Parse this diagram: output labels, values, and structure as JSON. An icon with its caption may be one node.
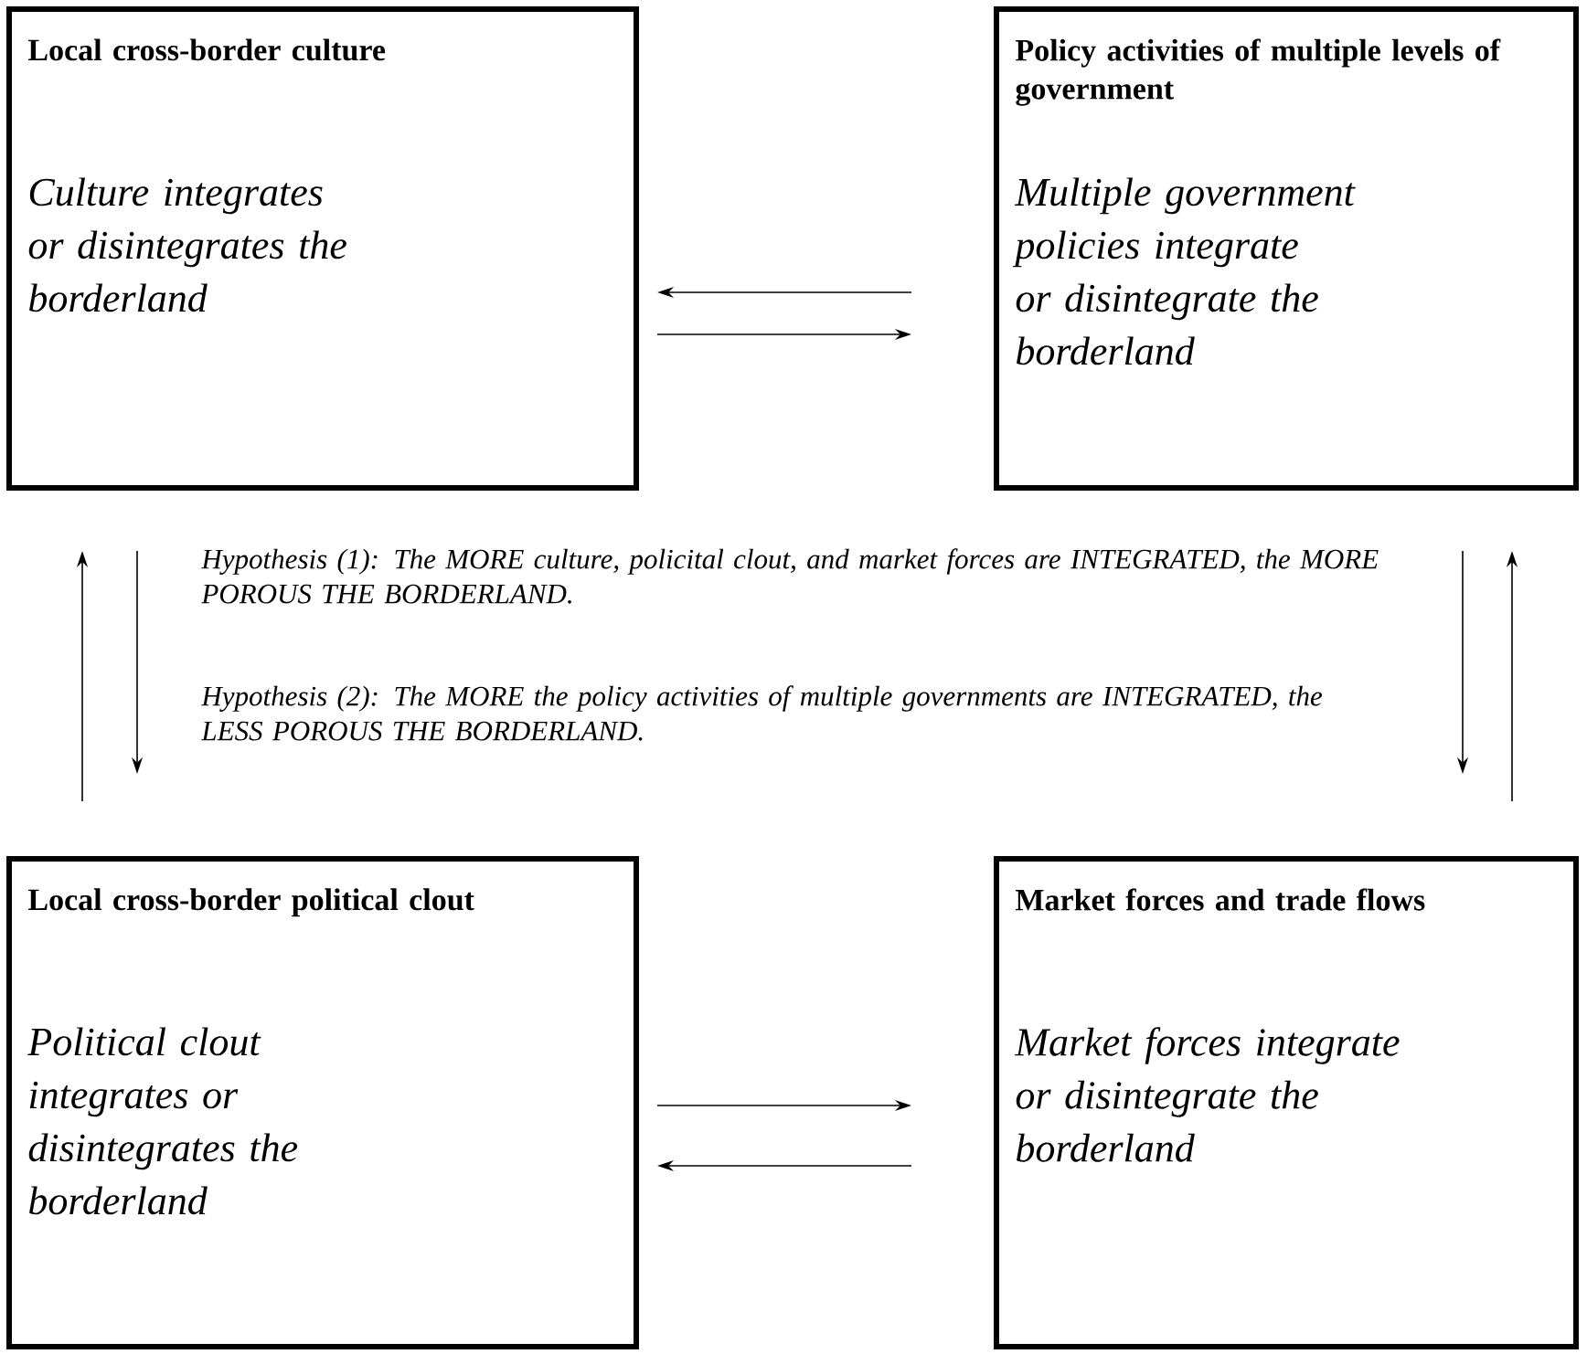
{
  "diagram": {
    "nodes": [
      {
        "text": [
          "Local cross-border culture",
          "Culture integrates or disintegrates the borderland"
        ]
      },
      {
        "text": [
          "Policy activities of multiple levels of government",
          "Multiple government policies integrate or disintegrate the borderland"
        ]
      },
      {
        "text": [
          "Local cross-border political clout",
          "Political clout integrates or disintegrates the borderland"
        ]
      },
      {
        "text": [
          "Market forces and trade flows",
          "Market forces integrate or disintegrate the borderland"
        ]
      }
    ],
    "edges": [
      {
        "from": 1,
        "to": 0,
        "arrow": "to"
      },
      {
        "from": 0,
        "to": 1,
        "arrow": "to"
      },
      {
        "from": 2,
        "to": 0,
        "arrow": "to"
      },
      {
        "from": 0,
        "to": 2,
        "arrow": "to"
      },
      {
        "from": 1,
        "to": 3,
        "arrow": "to"
      },
      {
        "from": 3,
        "to": 1,
        "arrow": "to"
      },
      {
        "from": 2,
        "to": 3,
        "arrow": "to"
      },
      {
        "from": 3,
        "to": 2,
        "arrow": "to"
      }
    ],
    "labels": [
      "Hypothesis (1): The MORE culture, policital clout, and market forces are INTEGRATED, the MORE POROUS THE BORDERLAND.",
      "Hypothesis (2): The MORE the policy activities of multiple governments are INTEGRATED, the LESS POROUS THE BORDERLAND."
    ]
  }
}
